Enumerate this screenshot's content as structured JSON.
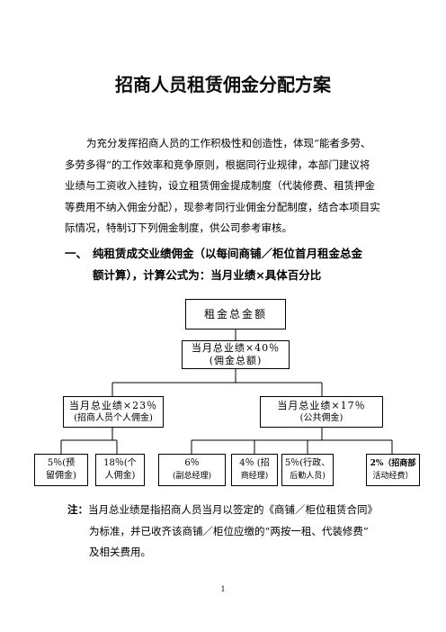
{
  "title": "招商人员租赁佣金分配方案",
  "intro_lines": [
    "为充分发挥招商人员的工作积极性和创造性，体现“能者多劳、",
    "多劳多得”的工作效率和竞争原则，根据同行业规律，本部门建议将",
    "业绩与工资收入挂钩，设立租赁佣金提成制度（代装修费、租赁押金",
    "等费用不纳入佣金分配），现参考同行业佣金分配制度，结合本项目实",
    "际情况，特制订下列佣金制度，供公司参考审核。"
  ],
  "section1": {
    "number": "一、",
    "line1": "纯租赁成交业绩佣金（以每间商铺／柜位首月租金总金",
    "line2": "额计算），计算公式为：当月业绩×具体百分比"
  },
  "chart": {
    "root": {
      "line1": "租金总金额"
    },
    "total": {
      "line1": "当月总业绩×40％",
      "line2": "(佣金总额)"
    },
    "personal": {
      "line1": "当月总业绩×23％",
      "line2": "(招商人员个人佣金)"
    },
    "public": {
      "line1": "当月总业绩×17％",
      "line2": "(公共佣金)"
    },
    "leaf_reserve": {
      "line1": "5％(预",
      "line2": "留佣金)"
    },
    "leaf_individual": {
      "line1": "18％(个",
      "line2": "人佣金)"
    },
    "leaf_deputy": {
      "line1": "6％",
      "line2": "(副总经理)"
    },
    "leaf_manager": {
      "line1": "4％  (招",
      "line2": "商经理)"
    },
    "leaf_admin": {
      "line1": "5％(行政、",
      "line2": "后勤人员)"
    },
    "leaf_events": {
      "line1": "2%（招商部",
      "line2": "活动经费）"
    }
  },
  "note": {
    "label": "注：",
    "line1": "当月总业绩是指招商人员当月以签定的《商铺／柜位租赁合同》",
    "line2": "为标准，并已收齐该商铺／柜位应缴的“两按一租、代装修费”",
    "line3": "及相关费用。"
  },
  "page_number": "1"
}
